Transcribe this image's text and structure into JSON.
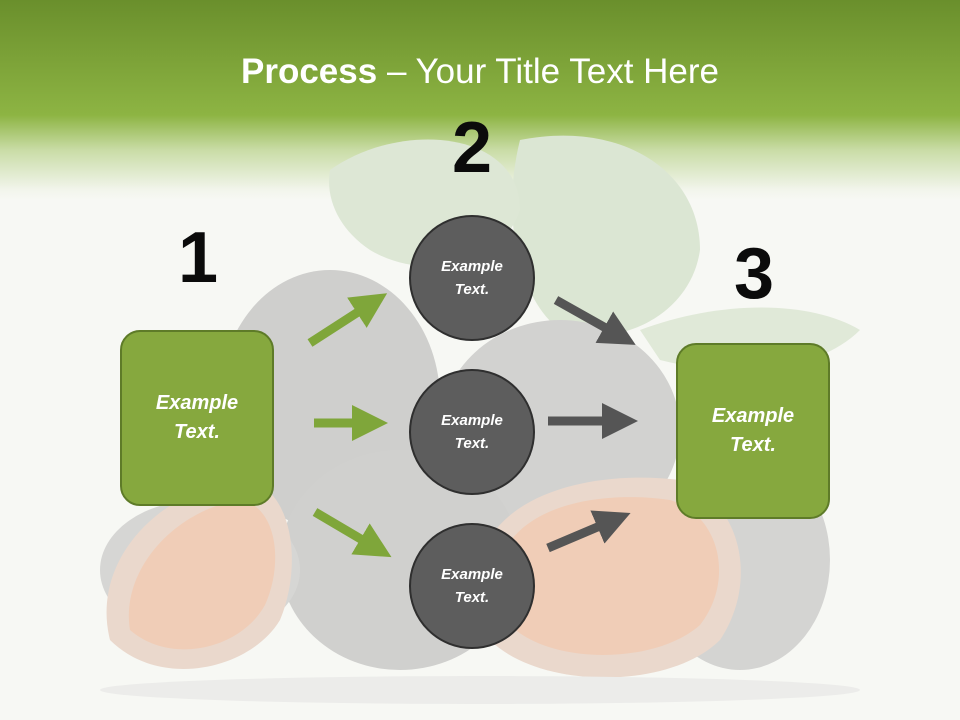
{
  "title": {
    "bold": "Process",
    "rest": " – Your Title Text Here"
  },
  "steps": [
    {
      "number": "1",
      "box_text": "Example Text."
    },
    {
      "number": "2",
      "circles": [
        "Example Text.",
        "Example Text.",
        "Example Text."
      ]
    },
    {
      "number": "3",
      "box_text": "Example Text."
    }
  ],
  "colors": {
    "header_green": "#8db443",
    "box_green": "#86a83e",
    "circle_gray": "#5d5d5d",
    "arrow_green": "#7fa63a",
    "arrow_gray": "#555555"
  }
}
